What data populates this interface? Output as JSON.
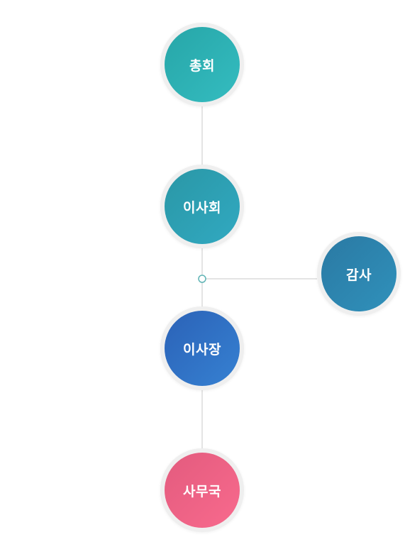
{
  "org_chart": {
    "nodes": [
      {
        "label": "총회",
        "color_start": "#27a6a8",
        "color_end": "#34bcc0"
      },
      {
        "label": "이사회",
        "color_start": "#2a97a6",
        "color_end": "#31a9c1"
      },
      {
        "label": "감사",
        "color_start": "#2a79a3",
        "color_end": "#3091bb"
      },
      {
        "label": "이사장",
        "color_start": "#2b62b7",
        "color_end": "#3681d2"
      },
      {
        "label": "사무국",
        "color_start": "#e35b7e",
        "color_end": "#f86a8d"
      }
    ],
    "line_color": "#d3d3d3",
    "junction_color": "#5fb4b5"
  }
}
